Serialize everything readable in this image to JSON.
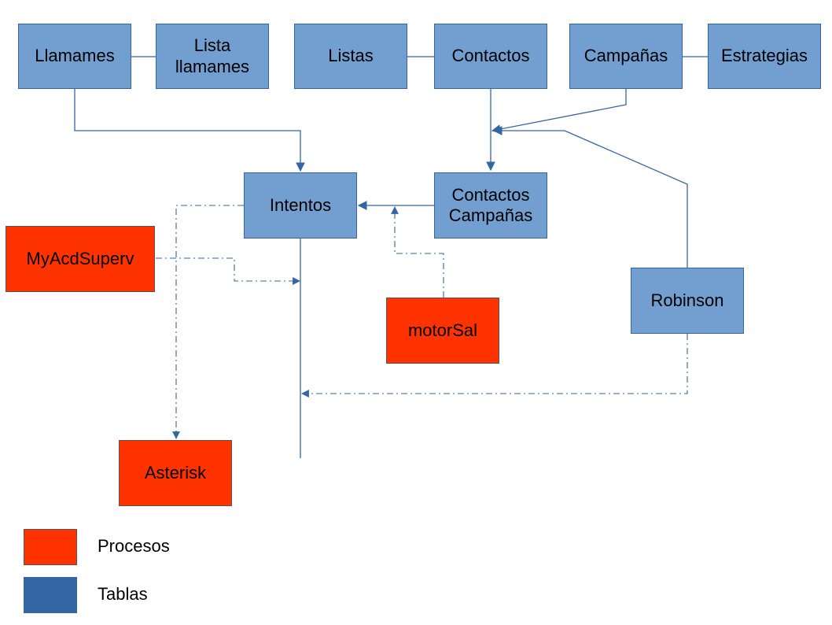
{
  "colors": {
    "table": "#729fcf",
    "table_border": "#3465a4",
    "process": "#ff3300",
    "legend_tablas": "#3465a4",
    "edge": "#3465a4"
  },
  "nodes": {
    "llamames": "Llamames",
    "lista_llamames": "Lista\nllamames",
    "listas": "Listas",
    "contactos": "Contactos",
    "campanas": "Campañas",
    "estrategias": "Estrategias",
    "intentos": "Intentos",
    "contactos_campanas": "Contactos\nCampañas",
    "robinson": "Robinson",
    "myacdsuperv": "MyAcdSuperv",
    "motorsal": "motorSal",
    "asterisk": "Asterisk"
  },
  "legend": {
    "procesos": "Procesos",
    "tablas": "Tablas"
  }
}
